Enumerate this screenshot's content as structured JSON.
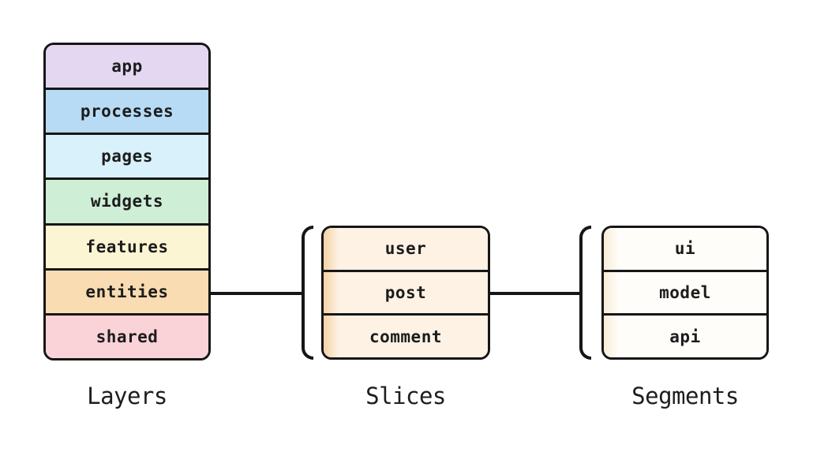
{
  "colors": {
    "ink": "#161616",
    "canvas": "#ffffff",
    "slices_row_bg": "#fdf2e4",
    "slices_stripe": "#f5d2a4",
    "segments_row_bg": "#fffdf9",
    "segments_stripe": "#f8ecd9"
  },
  "layers": {
    "caption": "Layers",
    "items": [
      {
        "label": "app",
        "color": "#e3d7f1"
      },
      {
        "label": "processes",
        "color": "#b7dbf4"
      },
      {
        "label": "pages",
        "color": "#d8f1fb"
      },
      {
        "label": "widgets",
        "color": "#cfeed6"
      },
      {
        "label": "features",
        "color": "#fcf5d3"
      },
      {
        "label": "entities",
        "color": "#f9dcb2"
      },
      {
        "label": "shared",
        "color": "#fad3d8"
      }
    ]
  },
  "slices": {
    "caption": "Slices",
    "items": [
      {
        "label": "user"
      },
      {
        "label": "post"
      },
      {
        "label": "comment"
      }
    ]
  },
  "segments": {
    "caption": "Segments",
    "items": [
      {
        "label": "ui"
      },
      {
        "label": "model"
      },
      {
        "label": "api"
      }
    ]
  }
}
